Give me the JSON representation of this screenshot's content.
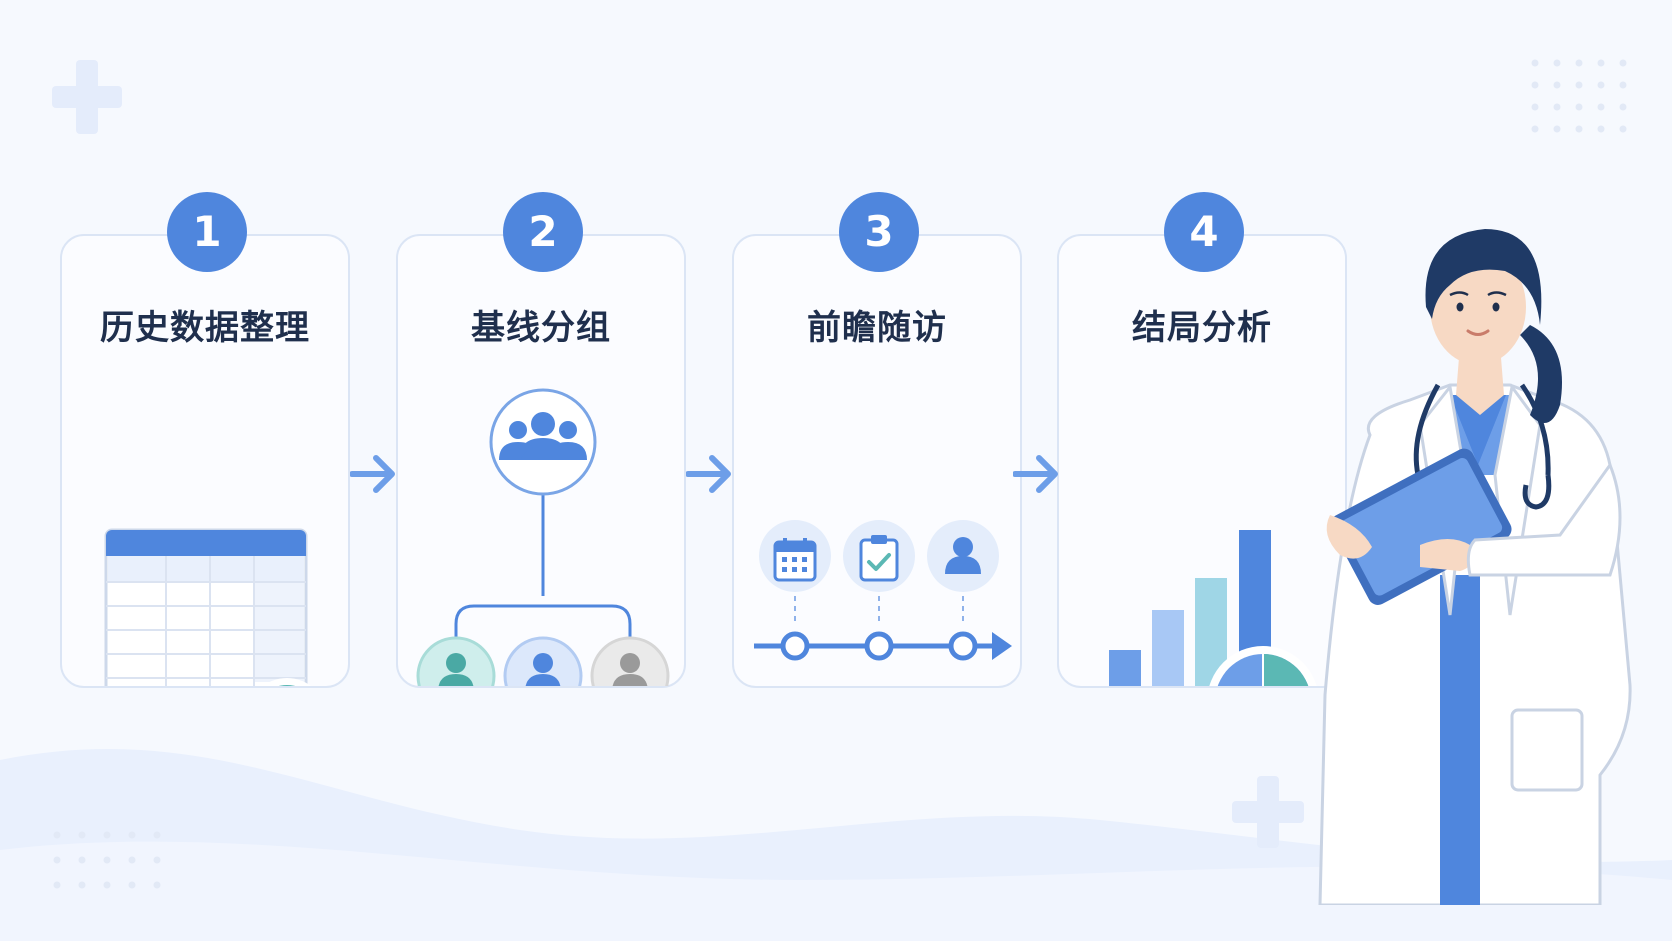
{
  "steps": [
    {
      "number": "1",
      "title": "历史数据整理",
      "icon": "table-check-icon"
    },
    {
      "number": "2",
      "title": "基线分组",
      "icon": "group-split-icon"
    },
    {
      "number": "3",
      "title": "前瞻随访",
      "icon": "follow-up-timeline-icon"
    },
    {
      "number": "4",
      "title": "结局分析",
      "icon": "bar-pie-chart-icon"
    }
  ],
  "colors": {
    "primary": "#4f86dd",
    "dark_text": "#1f2f4d",
    "teal": "#5bb8b4",
    "light_blue": "#a8c8f5",
    "sky": "#9fd6e6",
    "background": "#f6f9fe"
  }
}
